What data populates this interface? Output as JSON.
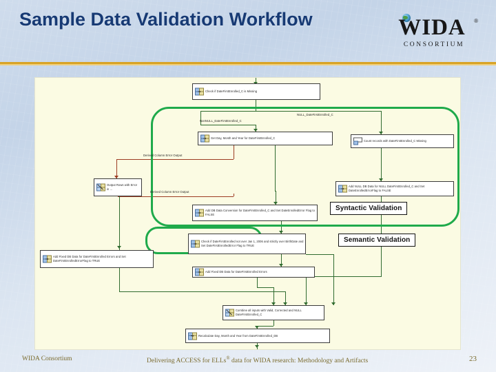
{
  "header": {
    "title": "Sample Data Validation Workflow",
    "logo": {
      "wordmark": "WIDA",
      "registered": "®",
      "subtitle": "CONSORTIUM",
      "globe_icon": "globe-icon"
    },
    "accent_color": "#d8a326",
    "title_color": "#173a74"
  },
  "diagram": {
    "background_color": "#fbfbe3",
    "ring_color": "#1faa4b",
    "flow_color": "#2f6b2f",
    "error_flow_color": "#9c3b22",
    "nodes": [
      {
        "id": "check_missing",
        "label": "Check if DateFirstEnrolled_C is Missing"
      },
      {
        "id": "get_dmy",
        "label": "Get Day, Month and Year for DateFirstEnrolled_C"
      },
      {
        "id": "count_missing",
        "label": "Count records with DateFirstEnrolled_C Missing"
      },
      {
        "id": "output_rows",
        "label": "Output Rows with Error in ..."
      },
      {
        "id": "add_null_db",
        "label": "Add NULL DB Data for NULL DateFirstEnrolled_C and Set DateEnrolledErrorFlag to FALSE"
      },
      {
        "id": "add_db_conv",
        "label": "Add DB Data Conversion for DateFirstEnrolled_C and Set DateEnrolledError Flag to FALSE"
      },
      {
        "id": "check_range",
        "label": "Check if DateFirstEnrolled not over Jan 1, 2006 and strictly over BirthDate and Set DateFirstEnrolledError Flag to TRUE"
      },
      {
        "id": "add_fixed_left",
        "label": "Add Fixed DB Data for DateFirstEnrolled Errors and Set DateFirstEnrolledErrorFlag to TRUE"
      },
      {
        "id": "add_fixed_mid",
        "label": "Add Fixed DB Data for DateFirstEnrolled Errors"
      },
      {
        "id": "combine",
        "label": "Combine all inputs with Valid, Corrected and NULL DateFirstEnrolled_C"
      },
      {
        "id": "recalc",
        "label": "Recalculate Day, Month and Year from DateFirstEnrolled_DB"
      }
    ],
    "edge_labels": [
      {
        "id": "nonnull",
        "text": "NonNULL_DateFirstEnrolled_C"
      },
      {
        "id": "null",
        "text": "NULL_DateFirstEnrolled_C"
      },
      {
        "id": "derr1",
        "text": "Derived Column Error Output"
      },
      {
        "id": "derr2",
        "text": "Derived Column Error Output"
      }
    ],
    "callouts": [
      {
        "id": "syntactic",
        "text": "Syntactic Validation"
      },
      {
        "id": "semantic",
        "text": "Semantic Validation"
      }
    ]
  },
  "footer": {
    "left": "WIDA Consortium",
    "center_before": "Delivering ACCESS for ELLs",
    "center_reg": "®",
    "center_after": " data for WIDA research: Methodology and Artifacts",
    "page": "23"
  }
}
